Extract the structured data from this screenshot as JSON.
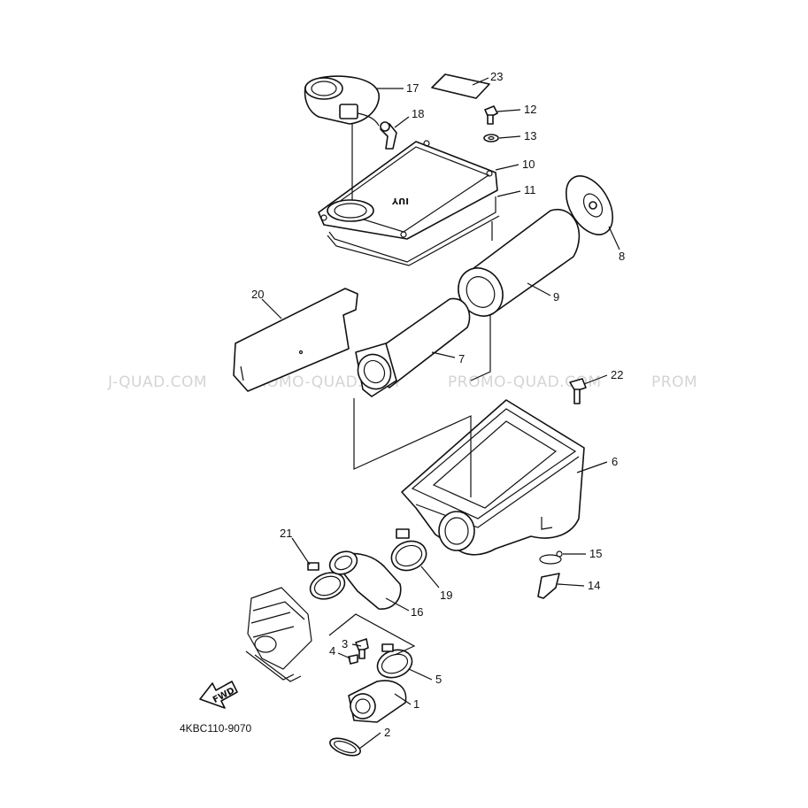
{
  "watermarks": [
    "J-QUAD.COM",
    "PROMO-QUAD.COM",
    "PROMO-QUAD.COM",
    "PROM"
  ],
  "diagram_code": "4KBC110-9070",
  "fwd_label": "FWD",
  "callouts": [
    "1",
    "2",
    "3",
    "4",
    "5",
    "6",
    "7",
    "8",
    "9",
    "10",
    "11",
    "12",
    "13",
    "14",
    "15",
    "16",
    "17",
    "18",
    "19",
    "20",
    "21",
    "22",
    "23"
  ]
}
